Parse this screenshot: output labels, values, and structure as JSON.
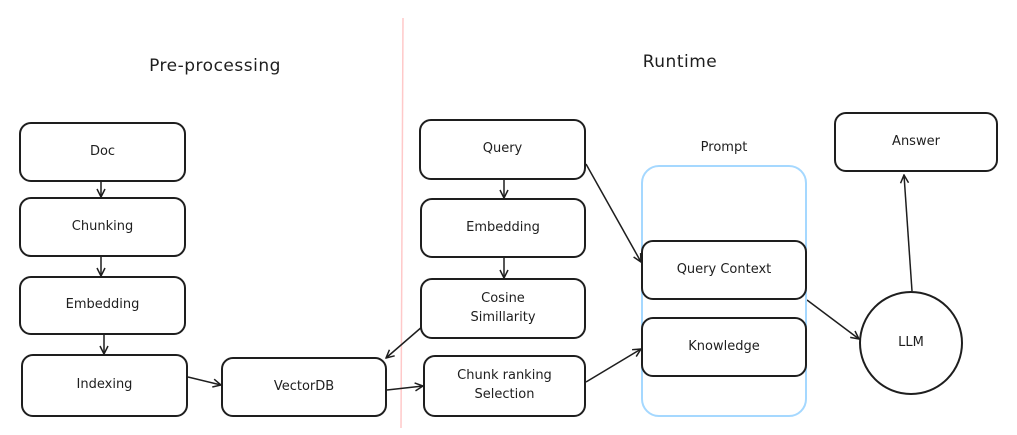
{
  "sections": {
    "preprocessing": "Pre-processing",
    "runtime": "Runtime"
  },
  "prompt_label": "Prompt",
  "nodes": {
    "doc": "Doc",
    "chunking": "Chunking",
    "embedding_pre": "Embedding",
    "indexing": "Indexing",
    "vectordb": "VectorDB",
    "query": "Query",
    "embedding_rt": "Embedding",
    "cosine": "Cosine\nSimillarity",
    "chunk_ranking": "Chunk ranking\nSelection",
    "query_context": "Query Context",
    "knowledge": "Knowledge",
    "llm": "LLM",
    "answer": "Answer"
  },
  "colors": {
    "stroke": "#1e1e1e",
    "divider": "#ffc9c9",
    "prompt_border": "#a5d8ff"
  }
}
